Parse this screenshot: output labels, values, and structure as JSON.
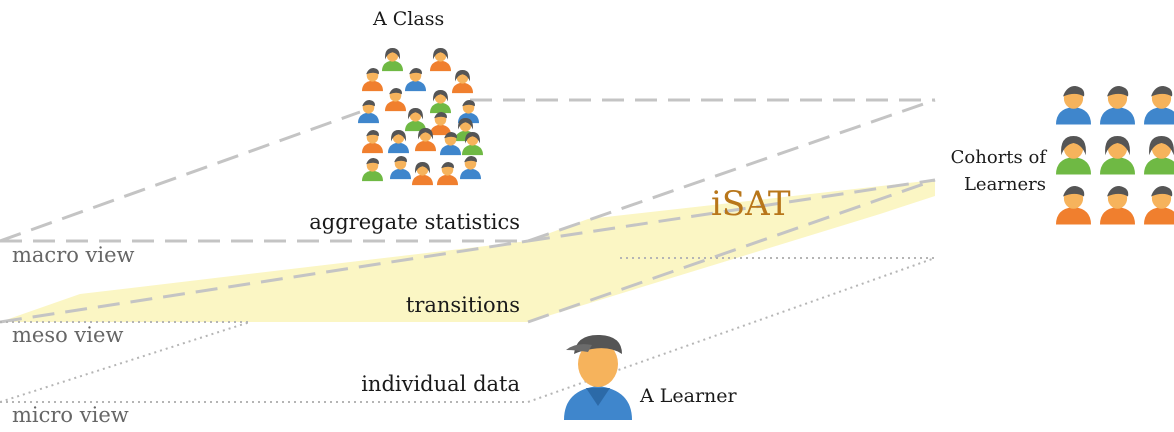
{
  "views": {
    "macro": "macro view",
    "meso": "meso view",
    "micro": "micro view"
  },
  "levels": {
    "aggregate": "aggregate statistics",
    "transitions": "transitions",
    "individual": "individual data"
  },
  "entities": {
    "class": "A Class",
    "learner": "A Learner",
    "cohorts": "Cohorts of\nLearners"
  },
  "brand": {
    "name": "iSAT",
    "color": "#b8761a"
  },
  "colors": {
    "band": "#fbf6c4",
    "dashed_line": "#c4c4c4",
    "dotted_line": "#b5b5b5",
    "person_blue": "#3f86cc",
    "person_green": "#6fb944",
    "person_orange": "#f07f2e",
    "skin": "#f6b35c",
    "hair": "#555555"
  },
  "icons": {
    "class_group": "people-group-icon",
    "cohort_person": "person-icon",
    "learner": "person-with-cap-icon"
  }
}
